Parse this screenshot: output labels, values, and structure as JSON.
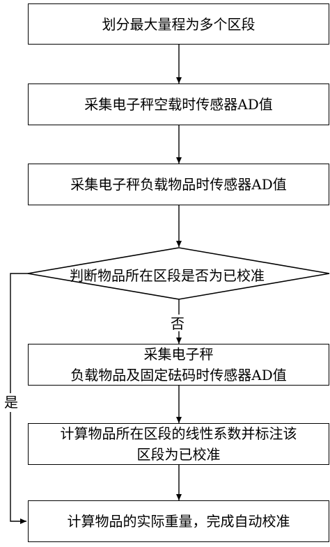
{
  "flowchart": {
    "step1": "划分最大量程为多个区段",
    "step2": "采集电子秤空载时传感器AD值",
    "step3": "采集电子秤负载物品时传感器AD值",
    "decision": "判断物品所在区段是否为已校准",
    "no_label": "否",
    "yes_label": "是",
    "step4_line1": "采集电子秤",
    "step4_line2": "负载物品及固定砝码时传感器AD值",
    "step5_line1": "计算物品所在区段的线性系数并标注该",
    "step5_line2": "区段为已校准",
    "step6": "计算物品的实际重量，完成自动校准"
  }
}
